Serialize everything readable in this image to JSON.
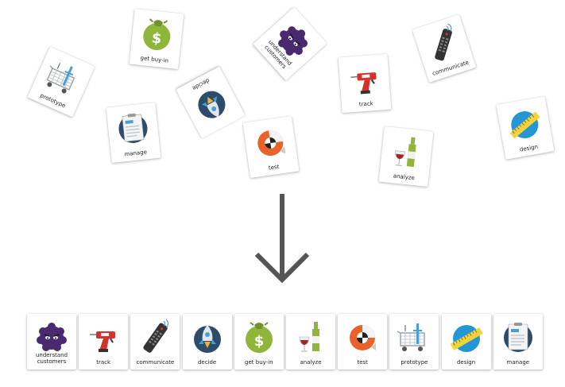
{
  "scattered_cards": [
    {
      "id": "get-buy-in",
      "label": "get buy-in",
      "icon": "money-bag-icon"
    },
    {
      "id": "understand-customers",
      "label": "understand customers",
      "icon": "purple-monster-icon"
    },
    {
      "id": "prototype",
      "label": "prototype",
      "icon": "cart-prototype-icon"
    },
    {
      "id": "decide",
      "label": "decide",
      "icon": "rocket-icon"
    },
    {
      "id": "track",
      "label": "track",
      "icon": "drill-icon"
    },
    {
      "id": "communicate",
      "label": "communicate",
      "icon": "remote-control-icon"
    },
    {
      "id": "manage",
      "label": "manage",
      "icon": "clipboard-icon"
    },
    {
      "id": "test",
      "label": "test",
      "icon": "crash-helmet-icon"
    },
    {
      "id": "design",
      "label": "design",
      "icon": "measuring-tape-icon"
    },
    {
      "id": "analyze",
      "label": "analyze",
      "icon": "wine-bottle-icon"
    }
  ],
  "ordered_cards": [
    {
      "id": "understand-customers",
      "label": "understand customers",
      "icon": "purple-monster-icon"
    },
    {
      "id": "track",
      "label": "track",
      "icon": "drill-icon"
    },
    {
      "id": "communicate",
      "label": "communicate",
      "icon": "remote-control-icon"
    },
    {
      "id": "decide",
      "label": "decide",
      "icon": "rocket-icon"
    },
    {
      "id": "get-buy-in",
      "label": "get buy-in",
      "icon": "money-bag-icon"
    },
    {
      "id": "analyze",
      "label": "analyze",
      "icon": "wine-bottle-icon"
    },
    {
      "id": "test",
      "label": "test",
      "icon": "crash-helmet-icon"
    },
    {
      "id": "prototype",
      "label": "prototype",
      "icon": "cart-prototype-icon"
    },
    {
      "id": "design",
      "label": "design",
      "icon": "measuring-tape-icon"
    },
    {
      "id": "manage",
      "label": "manage",
      "icon": "clipboard-icon"
    }
  ],
  "arrow_color": "#555555"
}
